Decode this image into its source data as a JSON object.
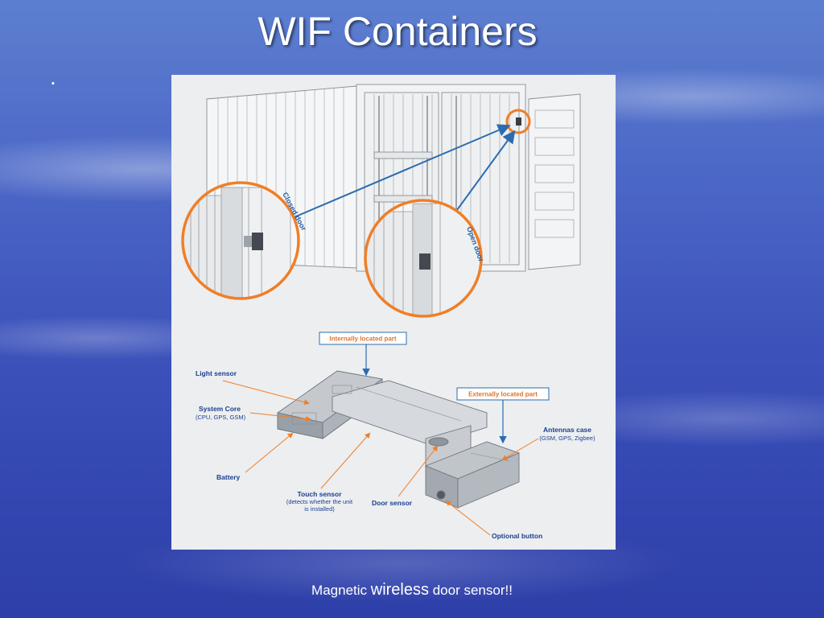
{
  "slide": {
    "title": "WIF Containers",
    "bullet": ".",
    "caption_part1": "Magnetic ",
    "caption_part2": "wireless",
    "caption_part3": " door sensor!!"
  },
  "diagram": {
    "circle_labels": {
      "closed": "Closed door",
      "open": "Open door"
    },
    "boxes": {
      "internal": "Internally located part",
      "external": "Externally located part"
    },
    "labels": {
      "light_sensor": "Light sensor",
      "system_core": "System Core",
      "system_core_sub": "(CPU, GPS, GSM)",
      "battery": "Battery",
      "touch_sensor": "Touch sensor",
      "touch_sensor_sub1": "(detects whether the unit",
      "touch_sensor_sub2": "is installed)",
      "door_sensor": "Door sensor",
      "antennas_case": "Antennas case",
      "antennas_case_sub": "(GSM, GPS, Zigbee)",
      "optional_button": "Optional button"
    }
  },
  "colors": {
    "accent_orange": "#f07e26",
    "label_blue": "#1d3f8f",
    "arrow_blue": "#2b6cb0"
  }
}
